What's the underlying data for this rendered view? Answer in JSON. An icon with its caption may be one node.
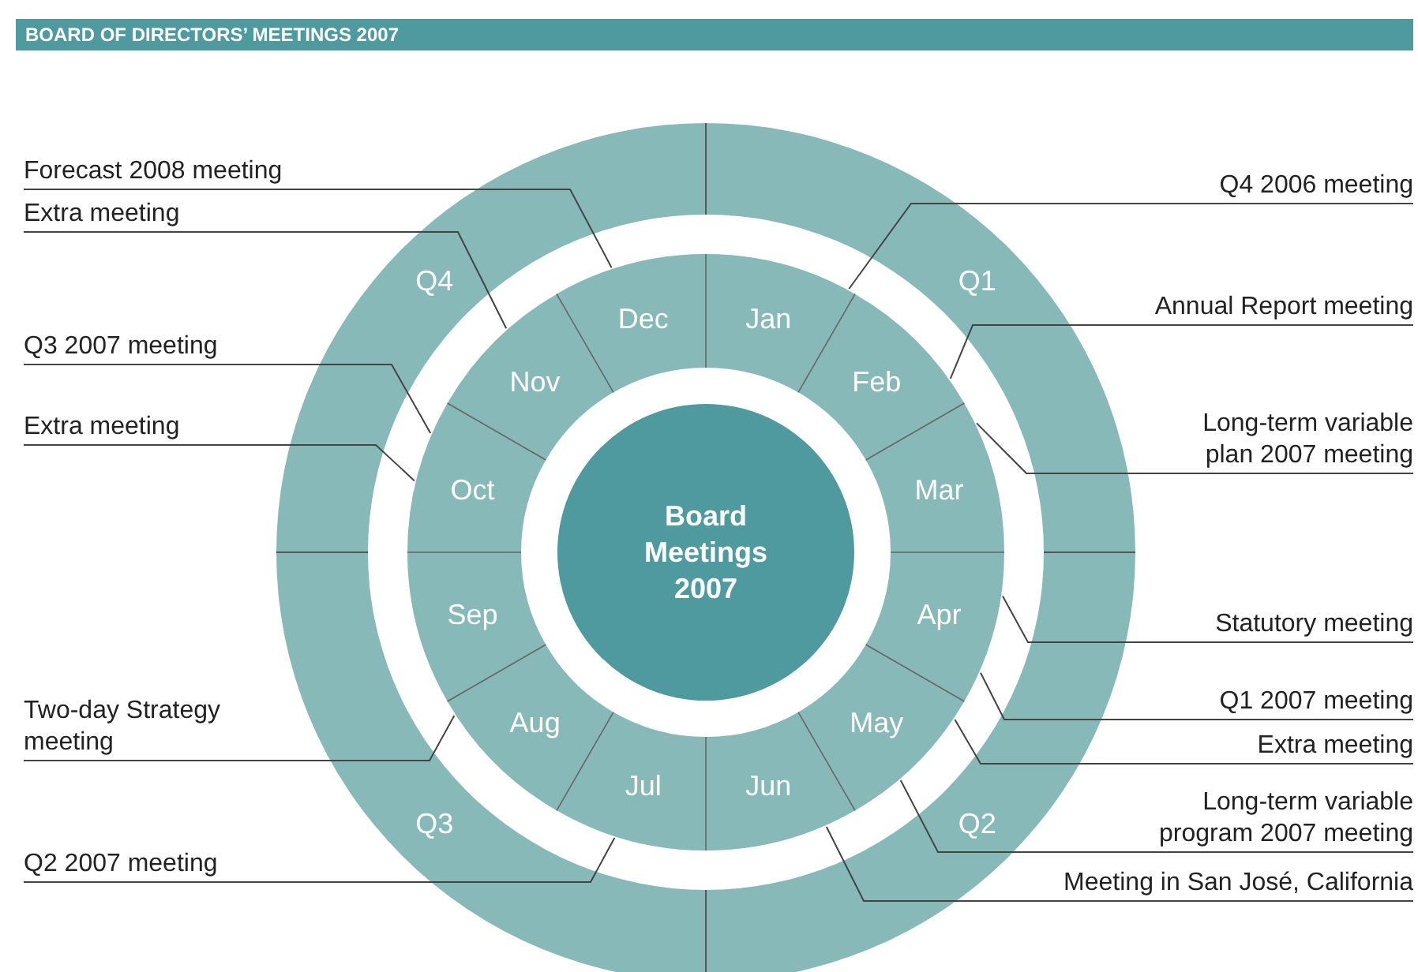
{
  "diagram": {
    "title": "BOARD OF DIRECTORS’ MEETINGS 2007",
    "nodes": [
      {
        "text": [
          "Board Meetings 2007"
        ]
      },
      {
        "text": [
          "Jan"
        ]
      },
      {
        "text": [
          "Feb"
        ]
      },
      {
        "text": [
          "Mar"
        ]
      },
      {
        "text": [
          "Apr"
        ]
      },
      {
        "text": [
          "May"
        ]
      },
      {
        "text": [
          "Jun"
        ]
      },
      {
        "text": [
          "Jul"
        ]
      },
      {
        "text": [
          "Aug"
        ]
      },
      {
        "text": [
          "Sep"
        ]
      },
      {
        "text": [
          "Oct"
        ]
      },
      {
        "text": [
          "Nov"
        ]
      },
      {
        "text": [
          "Dec"
        ]
      },
      {
        "text": [
          "Q1"
        ]
      },
      {
        "text": [
          "Q2"
        ]
      },
      {
        "text": [
          "Q3"
        ]
      },
      {
        "text": [
          "Q4"
        ]
      },
      {
        "text": [
          "Forecast 2008 meeting"
        ]
      },
      {
        "text": [
          "Extra meeting"
        ]
      },
      {
        "text": [
          "Q3 2007 meeting"
        ]
      },
      {
        "text": [
          "Extra meeting"
        ]
      },
      {
        "text": [
          "Two-day Strategy meeting"
        ]
      },
      {
        "text": [
          "Q2 2007 meeting"
        ]
      },
      {
        "text": [
          "Q4 2006 meeting"
        ]
      },
      {
        "text": [
          "Annual Report meeting"
        ]
      },
      {
        "text": [
          "Long-term variable plan 2007 meeting"
        ]
      },
      {
        "text": [
          "Statutory meeting"
        ]
      },
      {
        "text": [
          "Q1 2007 meeting"
        ]
      },
      {
        "text": [
          "Extra meeting"
        ]
      },
      {
        "text": [
          "Long-term variable program 2007 meeting"
        ]
      },
      {
        "text": [
          "Meeting in San José, California"
        ]
      }
    ],
    "edges": [
      {
        "from": 17,
        "to": 12,
        "arrow": "none"
      },
      {
        "from": 18,
        "to": 11,
        "arrow": "none"
      },
      {
        "from": 19,
        "to": 10,
        "arrow": "none"
      },
      {
        "from": 20,
        "to": 10,
        "arrow": "none"
      },
      {
        "from": 21,
        "to": 8,
        "arrow": "none"
      },
      {
        "from": 22,
        "to": 7,
        "arrow": "none"
      },
      {
        "from": 23,
        "to": 1,
        "arrow": "none"
      },
      {
        "from": 24,
        "to": 2,
        "arrow": "none"
      },
      {
        "from": 25,
        "to": 3,
        "arrow": "none"
      },
      {
        "from": 26,
        "to": 4,
        "arrow": "none"
      },
      {
        "from": 27,
        "to": 4,
        "arrow": "none"
      },
      {
        "from": 28,
        "to": 5,
        "arrow": "none"
      },
      {
        "from": 29,
        "to": 5,
        "arrow": "none"
      },
      {
        "from": 30,
        "to": 6,
        "arrow": "none"
      }
    ]
  }
}
